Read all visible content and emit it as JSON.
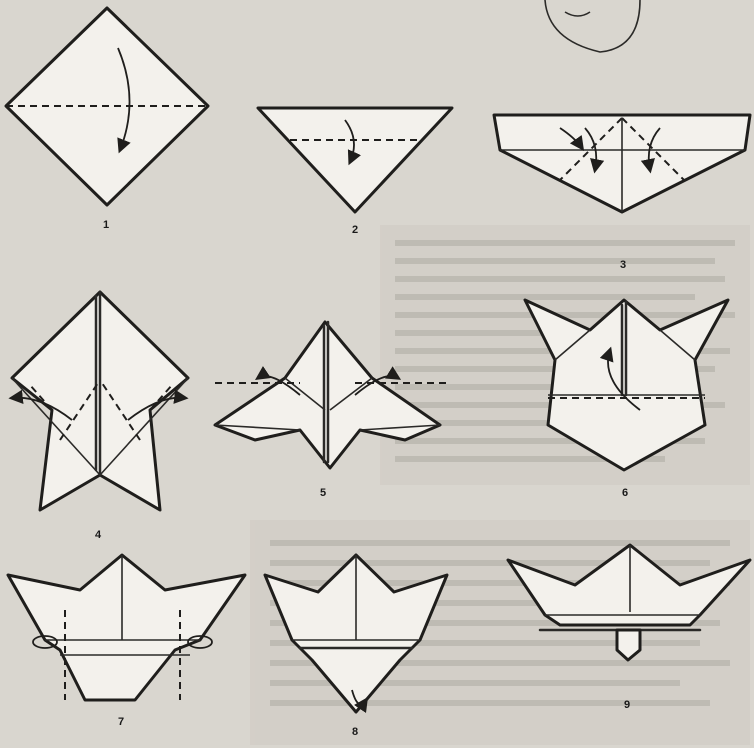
{
  "steps": [
    {
      "number": "1"
    },
    {
      "number": "2"
    },
    {
      "number": "3"
    },
    {
      "number": "4"
    },
    {
      "number": "5"
    },
    {
      "number": "6"
    },
    {
      "number": "7"
    },
    {
      "number": "8"
    },
    {
      "number": "9"
    }
  ],
  "colors": {
    "paper": "#f3f1ec",
    "ink": "#1f1e1c",
    "background": "#d9d6cf"
  }
}
